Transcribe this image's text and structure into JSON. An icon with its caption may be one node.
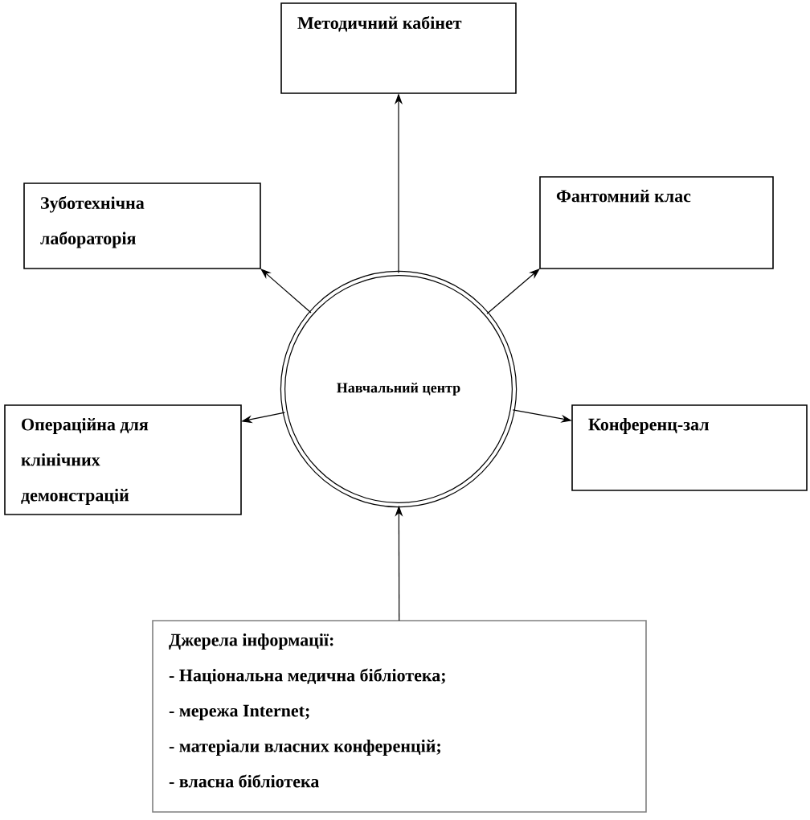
{
  "diagram": {
    "nodes": [
      {
        "text": [
          "Методичний кабінет"
        ]
      },
      {
        "text": [
          "Зуботехнічна лабораторія"
        ]
      },
      {
        "text": [
          "Фантомний клас"
        ]
      },
      {
        "text": [
          "Навчальний центр"
        ]
      },
      {
        "text": [
          "Операційна для клінічних демонстрацій"
        ]
      },
      {
        "text": [
          "Конференц-зал"
        ]
      },
      {
        "text": [
          "Джерела інформації:",
          "- Національна медична бібліотека;",
          "- мережа Internet;",
          "- матеріали власних конференцій;",
          "- власна бібліотека"
        ]
      }
    ],
    "edges": [
      {
        "from": 3,
        "to": 0,
        "arrow": "to"
      },
      {
        "from": 3,
        "to": 1,
        "arrow": "to"
      },
      {
        "from": 3,
        "to": 2,
        "arrow": "to"
      },
      {
        "from": 3,
        "to": 4,
        "arrow": "to"
      },
      {
        "from": 3,
        "to": 5,
        "arrow": "to"
      },
      {
        "from": 6,
        "to": 3,
        "arrow": "to"
      }
    ]
  }
}
